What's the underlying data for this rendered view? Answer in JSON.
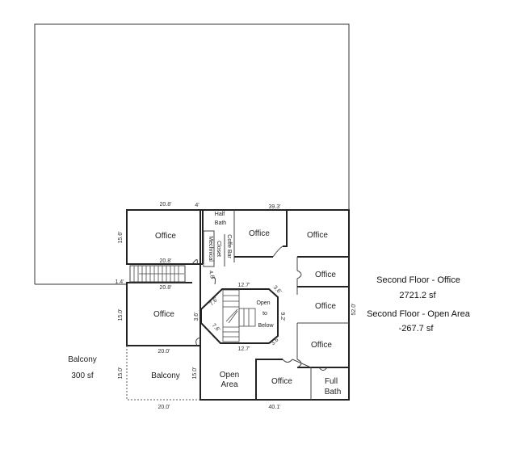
{
  "rooms": {
    "office_top_left": "Office",
    "half_bath_1": "Half",
    "half_bath_2": "Bath",
    "mech_closet_1": "Mechnical",
    "mech_closet_2": "Closet",
    "coffee_bar": "Coffe Bar",
    "office_top_mid": "Office",
    "office_top_right": "Office",
    "office_right_1": "Office",
    "office_right_2": "Office",
    "office_right_3": "Office",
    "office_left_mid": "Office",
    "open_below_1": "Open",
    "open_below_2": "to",
    "open_below_3": "Below",
    "balcony": "Balcony",
    "open_area_1": "Open",
    "open_area_2": "Area",
    "office_bottom": "Office",
    "full_bath_1": "Full",
    "full_bath_2": "Bath"
  },
  "dimensions": {
    "top_left": "20.8'",
    "top_small": "4'",
    "top_right": "39.3'",
    "left_office_height": "15.6'",
    "stair_top": "20.8'",
    "stair_bottom": "20.8'",
    "stair_gap": "1.4'",
    "hall": "4.6'",
    "octagon_top": "12.7'",
    "octagon_bottom": "12.7'",
    "octagon_diag_tl": "7.6'",
    "octagon_diag_bl": "7.6'",
    "octagon_diag_tr": "3.6'",
    "octagon_diag_br": "3.6'",
    "octagon_left": "3.6'",
    "octagon_right": "9.2'",
    "left_mid_height": "15.0'",
    "balcony_top": "20.0'",
    "balcony_height_left": "15.0'",
    "balcony_height_right": "15.0'",
    "bottom_left": "20.0'",
    "bottom_right": "40.1'",
    "right_side": "52.0'"
  },
  "balcony_note": {
    "label": "Balcony",
    "area": "300 sf"
  },
  "summary": {
    "office_label": "Second Floor - Office",
    "office_area": "2721.2 sf",
    "open_label": "Second Floor - Open Area",
    "open_area": "-267.7 sf"
  }
}
